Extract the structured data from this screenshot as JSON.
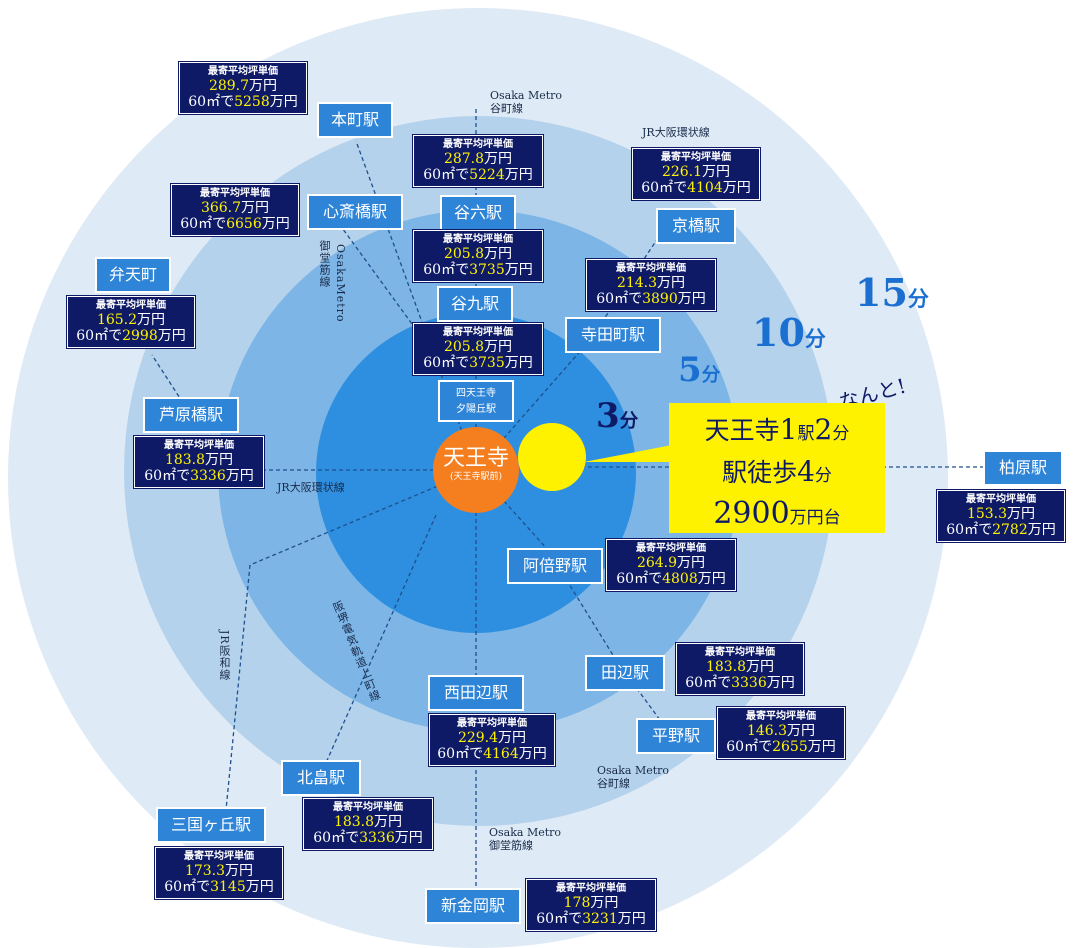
{
  "center": {
    "name": "天王寺",
    "sub": "(天王寺駅前)"
  },
  "times": [
    {
      "label": "15",
      "unit": "分"
    },
    {
      "label": "10",
      "unit": "分"
    },
    {
      "label": "5",
      "unit": "分"
    },
    {
      "label": "3",
      "unit": "分"
    }
  ],
  "callout": {
    "exclaim": "なんと!",
    "line1": [
      "天王寺",
      "1",
      "駅",
      "2",
      "分"
    ],
    "line2": [
      "駅徒歩",
      "4",
      "分"
    ],
    "line3": [
      "2900",
      "万円台"
    ]
  },
  "price_label": "最寄平均坪単価",
  "price_unit": "万円",
  "area_prefix": "60㎡で",
  "stations": [
    {
      "name": "本町駅",
      "tsubo": "289.7",
      "total": "5258"
    },
    {
      "name": "心斎橋駅",
      "tsubo": "366.7",
      "total": "6656"
    },
    {
      "name": "谷六駅",
      "tsubo": "287.8",
      "total": "5224"
    },
    {
      "name": "谷九駅",
      "tsubo": "205.8",
      "total": "3735"
    },
    {
      "name": "四天王寺夕陽丘駅",
      "label_lines": [
        "四天王寺",
        "夕陽丘駅"
      ],
      "tsubo": "205.8",
      "total": "3735"
    },
    {
      "name": "京橋駅",
      "tsubo": "226.1",
      "total": "4104"
    },
    {
      "name": "寺田町駅",
      "tsubo": "214.3",
      "total": "3890"
    },
    {
      "name": "弁天町",
      "tsubo": "165.2",
      "total": "2998"
    },
    {
      "name": "芦原橋駅",
      "tsubo": "183.8",
      "total": "3336"
    },
    {
      "name": "柏原駅",
      "tsubo": "153.3",
      "total": "2782"
    },
    {
      "name": "阿倍野駅",
      "tsubo": "264.9",
      "total": "4808"
    },
    {
      "name": "田辺駅",
      "tsubo": "183.8",
      "total": "3336"
    },
    {
      "name": "平野駅",
      "tsubo": "146.3",
      "total": "2655"
    },
    {
      "name": "西田辺駅",
      "tsubo": "229.4",
      "total": "4164"
    },
    {
      "name": "北畠駅",
      "tsubo": "183.8",
      "total": "3336"
    },
    {
      "name": "三国ヶ丘駅",
      "tsubo": "173.3",
      "total": "3145"
    },
    {
      "name": "新金岡駅",
      "tsubo": "178",
      "total": "3231"
    }
  ],
  "lines": {
    "tanimachi_top": [
      "Osaka Metro",
      "谷町線"
    ],
    "jr_loop_top": "JR大阪環状線",
    "midosuji_vertical": "OsakaMetro",
    "midosuji_vertical2": "御堂筋線",
    "jr_loop_left": "JR大阪環状線",
    "jr_hanwa": "JR阪和線",
    "hankai": "阪堺電気軌道上町線",
    "tanimachi_bottom": [
      "Osaka Metro",
      "谷町線"
    ],
    "midosuji_bottom": [
      "Osaka Metro",
      "御堂筋線"
    ]
  }
}
